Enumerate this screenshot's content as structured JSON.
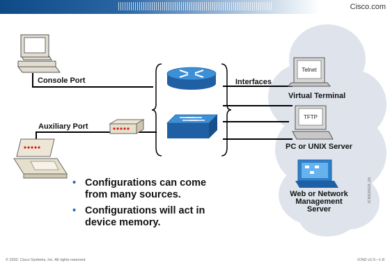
{
  "header": {
    "brand": "Cisco.com"
  },
  "labels": {
    "console_port": "Console Port",
    "auxiliary_port": "Auxiliary Port",
    "interfaces": "Interfaces",
    "virtual_terminal": "Virtual Terminal",
    "pc_unix_server": "PC or UNIX Server",
    "web_server_line1": "Web or Network",
    "web_server_line2": "Management",
    "web_server_line3": "Server"
  },
  "screen_text": {
    "telnet": "Telnet",
    "tftp": "TFTP"
  },
  "bullets": [
    "Configurations can come from many sources.",
    "Configurations will act in device memory."
  ],
  "bullet_glyph": "•",
  "footer": {
    "copyright": "© 2002, Cisco Systems, Inc. All rights reserved.",
    "course": "ICND v2.0—1-8"
  },
  "figure_code": "ICND20GR_03",
  "colors": {
    "header_dark": "#0e4a86",
    "cloud": "#dfe4ec",
    "router_blue": "#2f7fc9",
    "bullet": "#2c6fb6"
  }
}
